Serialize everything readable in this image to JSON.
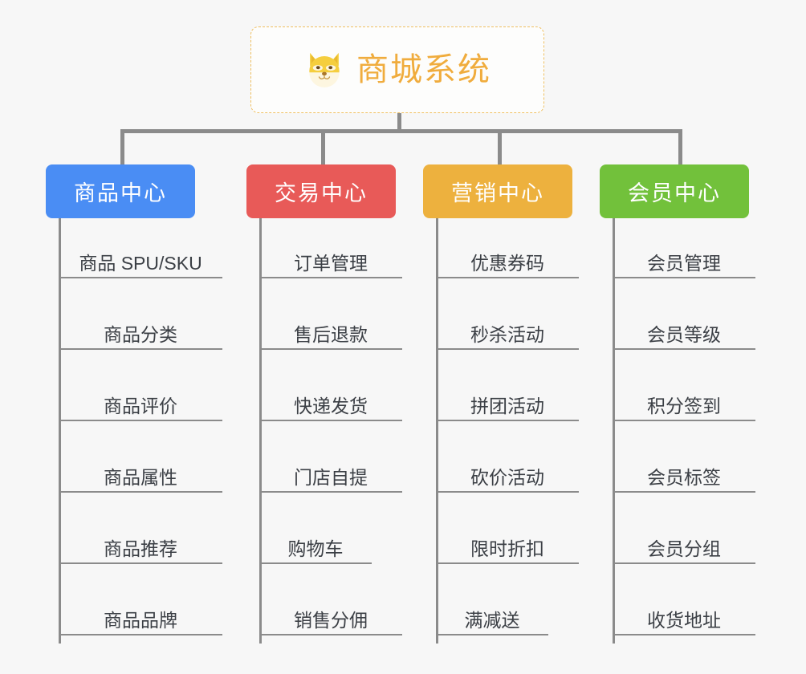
{
  "diagram": {
    "type": "mindmap",
    "background_color": "#f7f7f7",
    "root": {
      "title": "商城系统",
      "icon": "shiba-dog-icon",
      "text_color": "#f0ac3d",
      "border_color": "#f0c061"
    },
    "branches": [
      {
        "label": "商品中心",
        "color": "#4a8df4",
        "items": [
          "商品 SPU/SKU",
          "商品分类",
          "商品评价",
          "商品属性",
          "商品推荐",
          "商品品牌"
        ]
      },
      {
        "label": "交易中心",
        "color": "#e85a58",
        "items": [
          "订单管理",
          "售后退款",
          "快递发货",
          "门店自提",
          "购物车",
          "销售分佣"
        ]
      },
      {
        "label": "营销中心",
        "color": "#edb13e",
        "items": [
          "优惠券码",
          "秒杀活动",
          "拼团活动",
          "砍价活动",
          "限时折扣",
          "满减送"
        ]
      },
      {
        "label": "会员中心",
        "color": "#72c13b",
        "items": [
          "会员管理",
          "会员等级",
          "积分签到",
          "会员标签",
          "会员分组",
          "收货地址"
        ]
      }
    ]
  }
}
